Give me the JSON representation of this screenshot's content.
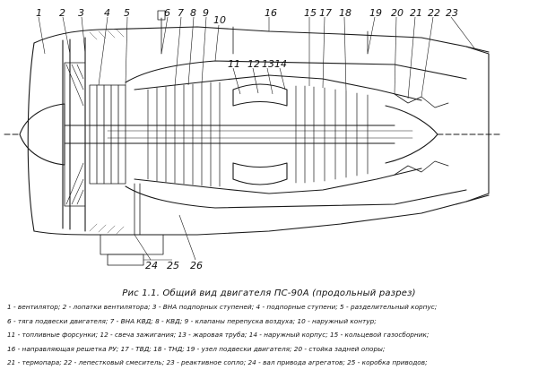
{
  "figure": {
    "callouts": [
      "1",
      "2",
      "3",
      "4",
      "5",
      "6",
      "7",
      "8",
      "9",
      "10",
      "11",
      "12",
      "13",
      "14",
      "15",
      "16",
      "17",
      "18",
      "19",
      "20",
      "21",
      "22",
      "23",
      "24",
      "25",
      "26"
    ],
    "caption": "Рис 1.1. Общий вид двигателя ПС-90А (продольный разрез)",
    "legend_lines": [
      "1 - вентилятор; 2 - лопатки вентилятора; 3 - ВНА подпорных ступеней; 4 - подпорные ступени; 5 - разделительный корпус;",
      "6 - тяга подвески двигателя; 7 - ВНА КВД; 8 - КВД; 9 - клапаны перепуска воздуха; 10 - наружный контур;",
      "11 - топливные форсунки; 12 - свеча зажигания; 13 - жаровая труба; 14 - наружный корпус; 15 - кольцевой газосборник;",
      "16 - направляющая решетка РУ; 17 - ТВД; 18 - ТНД; 19 - узел подвески двигателя; 20 - стойка задней опоры;",
      "21 - термопара; 22 - лепестковый смеситель; 23 - реактивное сопло; 24 - вал привода агрегатов; 25 - коробка приводов;"
    ]
  }
}
